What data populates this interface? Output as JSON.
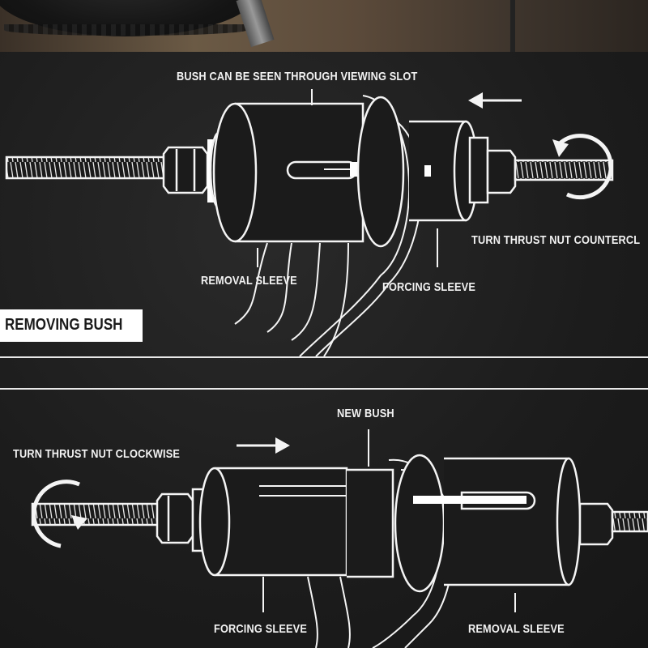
{
  "diagram": {
    "top_panel": {
      "section_title": "REMOVING BUSH",
      "labels": {
        "viewing_slot": "BUSH CAN BE SEEN THROUGH VIEWING SLOT",
        "thrust_nut": "TURN THRUST NUT COUNTERCL",
        "removal_sleeve": "REMOVAL SLEEVE",
        "forcing_sleeve": "FORCING SLEEVE"
      },
      "direction_arrow": "left",
      "rotation": "counterclockwise"
    },
    "bottom_panel": {
      "labels": {
        "thrust_nut": "TURN THRUST NUT CLOCKWISE",
        "new_bush": "NEW BUSH",
        "forcing_sleeve": "FORCING SLEEVE",
        "removal_sleeve": "REMOVAL SLEEVE"
      },
      "direction_arrow": "right",
      "rotation": "clockwise"
    },
    "colors": {
      "background": "#1b1b1b",
      "lines": "#ffffff",
      "badge": "#ffffff"
    }
  }
}
